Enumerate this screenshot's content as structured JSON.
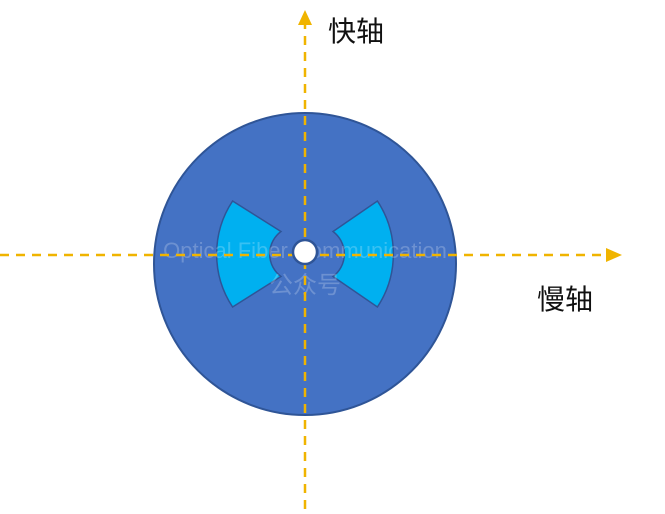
{
  "labels": {
    "fast_axis": "快轴",
    "slow_axis": "慢轴"
  },
  "watermark": {
    "line1": "Optical Fiber Communication",
    "line2": "公众号"
  },
  "colors": {
    "fiber_fill": "#4472c4",
    "fiber_stroke": "#2f5597",
    "stress_rod_fill": "#00b0f0",
    "core_fill": "#ffffff",
    "axis_color": "#f0b400"
  },
  "icons": {
    "fast_axis_arrow": "arrow-up-icon",
    "slow_axis_arrow": "arrow-right-icon"
  }
}
